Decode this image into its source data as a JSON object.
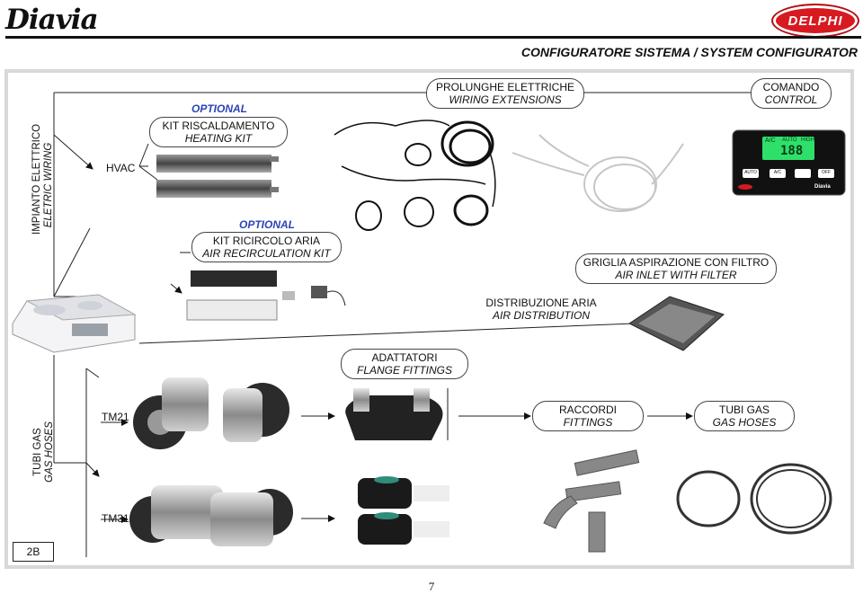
{
  "header": {
    "brand": "Diavia",
    "partner_logo": "DELPHI",
    "title": "CONFIGURATORE SISTEMA / SYSTEM CONFIGURATOR"
  },
  "sections": {
    "wiring": {
      "it": "IMPIANTO ELETTRICO",
      "en": "ELETRIC WIRING"
    },
    "gas": {
      "it": "TUBI GAS",
      "en": "GAS HOSES"
    }
  },
  "labels": {
    "hvac": "HVAC",
    "tm21": "TM21",
    "tm31": "TM31",
    "optional_heating": "OPTIONAL",
    "optional_recirc": "OPTIONAL",
    "page_code": "2B"
  },
  "boxes": {
    "heating": {
      "it": "KIT RISCALDAMENTO",
      "en": "HEATING KIT"
    },
    "recirc": {
      "it": "KIT RICIRCOLO ARIA",
      "en": "AIR RECIRCULATION KIT"
    },
    "wiring_ext": {
      "it": "PROLUNGHE ELETTRICHE",
      "en": "WIRING EXTENSIONS"
    },
    "control": {
      "it": "COMANDO",
      "en": "CONTROL"
    },
    "grille": {
      "it": "GRIGLIA ASPIRAZIONE CON FILTRO",
      "en": "AIR INLET WITH FILTER"
    },
    "distribution": {
      "it": "DISTRIBUZIONE ARIA",
      "en": "AIR DISTRIBUTION"
    },
    "flange": {
      "it": "ADATTATORI",
      "en": "FLANGE FITTINGS"
    },
    "fittings": {
      "it": "RACCORDI",
      "en": "FITTINGS"
    },
    "hoses": {
      "it": "TUBI GAS",
      "en": "GAS HOSES"
    }
  },
  "control_panel": {
    "mode": "A/C",
    "auto": "AUTO",
    "display": "188",
    "high": "HIGH",
    "brand": "Diavia",
    "buttons": [
      "AUTO",
      "A/C",
      "",
      "OFF"
    ]
  },
  "footer": {
    "page_number": "7"
  },
  "colors": {
    "optional": "#2b44b8",
    "delphi": "#d71920",
    "lcd": "#2ee06a"
  }
}
